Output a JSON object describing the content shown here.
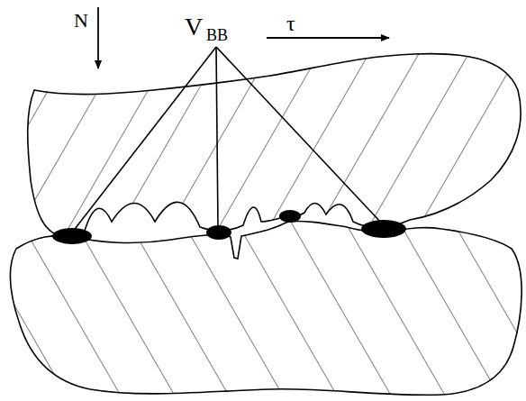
{
  "diagram": {
    "labels": [
      "N",
      "V",
      "BB",
      "τ"
    ]
  }
}
